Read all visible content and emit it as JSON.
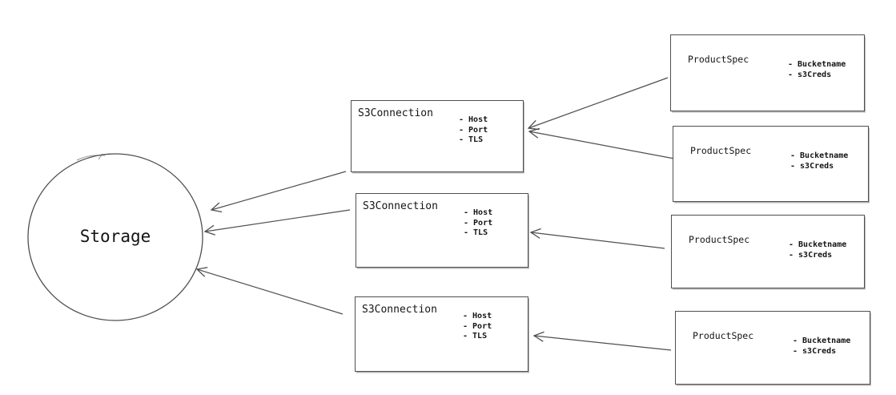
{
  "diagram": {
    "storage": {
      "label": "Storage"
    },
    "s3_connections": [
      {
        "title": "S3Connection",
        "attributes": [
          "- Host",
          "- Port",
          "- TLS"
        ]
      },
      {
        "title": "S3Connection",
        "attributes": [
          "- Host",
          "- Port",
          "- TLS"
        ]
      },
      {
        "title": "S3Connection",
        "attributes": [
          "- Host",
          "- Port",
          "- TLS"
        ]
      }
    ],
    "product_specs": [
      {
        "title": "ProductSpec",
        "attributes": [
          "- Bucketname",
          "- s3Creds"
        ]
      },
      {
        "title": "ProductSpec",
        "attributes": [
          "- Bucketname",
          "- s3Creds"
        ]
      },
      {
        "title": "ProductSpec",
        "attributes": [
          "- Bucketname",
          "- s3Creds"
        ]
      },
      {
        "title": "ProductSpec",
        "attributes": [
          "- Bucketname",
          "- s3Creds"
        ]
      }
    ],
    "edges": [
      {
        "from": "productspec-1",
        "to": "s3connection-1"
      },
      {
        "from": "productspec-2",
        "to": "s3connection-1"
      },
      {
        "from": "productspec-3",
        "to": "s3connection-2"
      },
      {
        "from": "productspec-4",
        "to": "s3connection-3"
      },
      {
        "from": "s3connection-1",
        "to": "storage"
      },
      {
        "from": "s3connection-2",
        "to": "storage"
      },
      {
        "from": "s3connection-3",
        "to": "storage"
      }
    ],
    "colors": {
      "stroke": "#4f4f4f",
      "text": "#141414",
      "background": "#ffffff"
    }
  }
}
